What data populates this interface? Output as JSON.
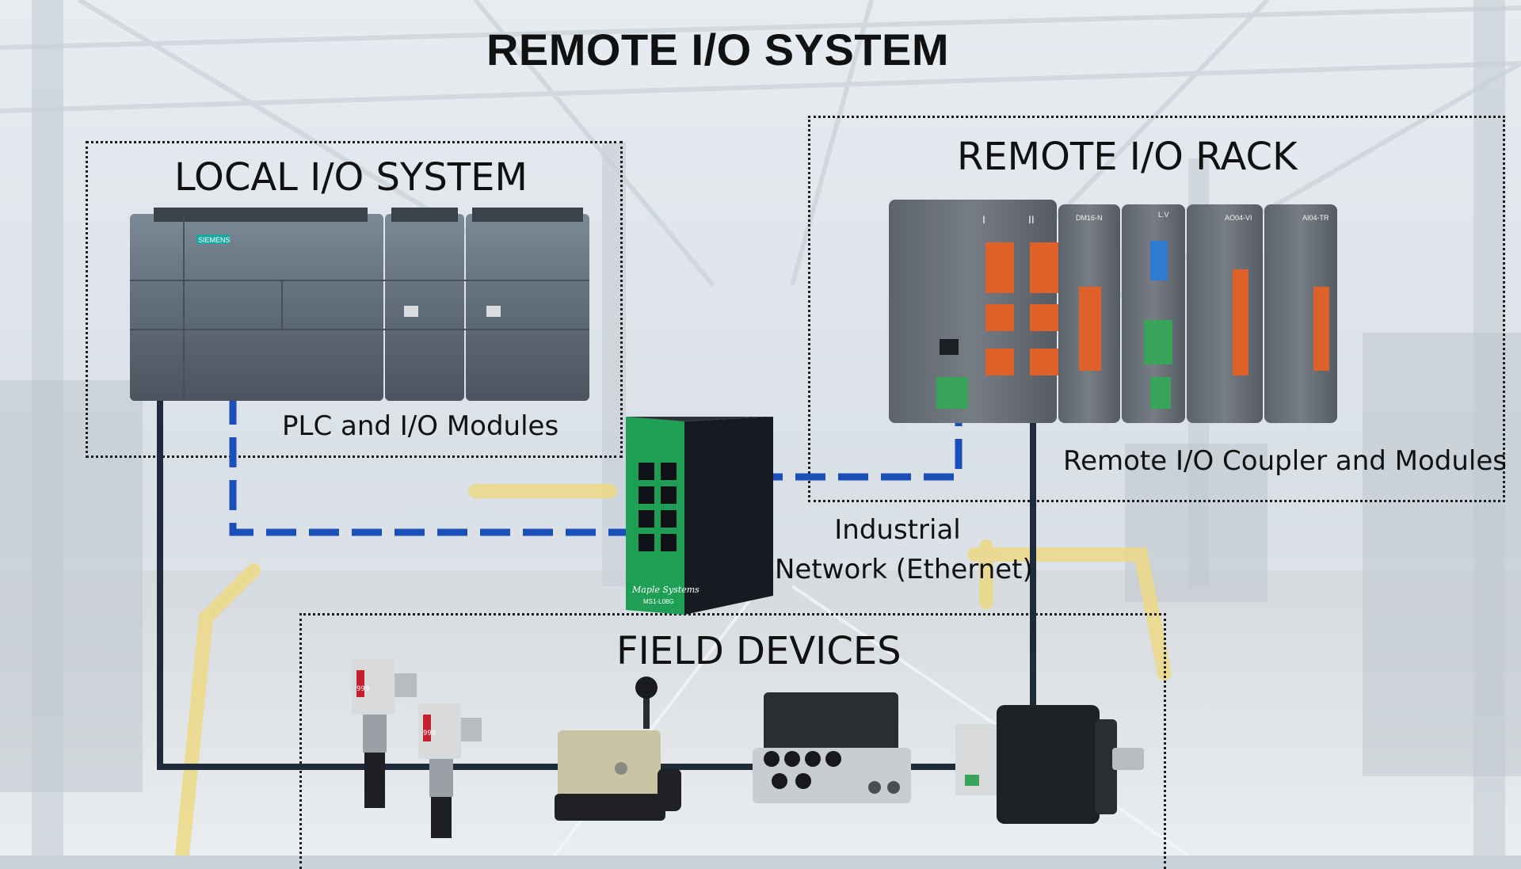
{
  "title": "REMOTE I/O SYSTEM",
  "groups": {
    "local": {
      "title": "LOCAL I/O SYSTEM",
      "caption": "PLC and I/O Modules"
    },
    "remote": {
      "title": "REMOTE I/O RACK",
      "caption": "Remote I/O Coupler and Modules"
    },
    "field": {
      "title": "FIELD DEVICES"
    }
  },
  "network": {
    "line1": "Industrial",
    "line2": "Network (Ethernet)"
  },
  "device_labels": {
    "plc_brand": "SIEMENS",
    "switch_brand": "Maple Systems",
    "switch_model": "MS1-L08G",
    "module_1": "I",
    "module_2": "II",
    "module_3": "DM16-N",
    "module_4": "L.V",
    "module_5": "AO04-VI",
    "module_6": "AI04-TR",
    "sensor_display_1": "999",
    "sensor_display_2": "999"
  },
  "colors": {
    "network_blue": "#1d4fb8",
    "wire_dark": "#1f2a3a",
    "switch_green": "#1f9e55",
    "terminal_orange": "#e0602a",
    "terminal_green": "#3aa35a"
  }
}
